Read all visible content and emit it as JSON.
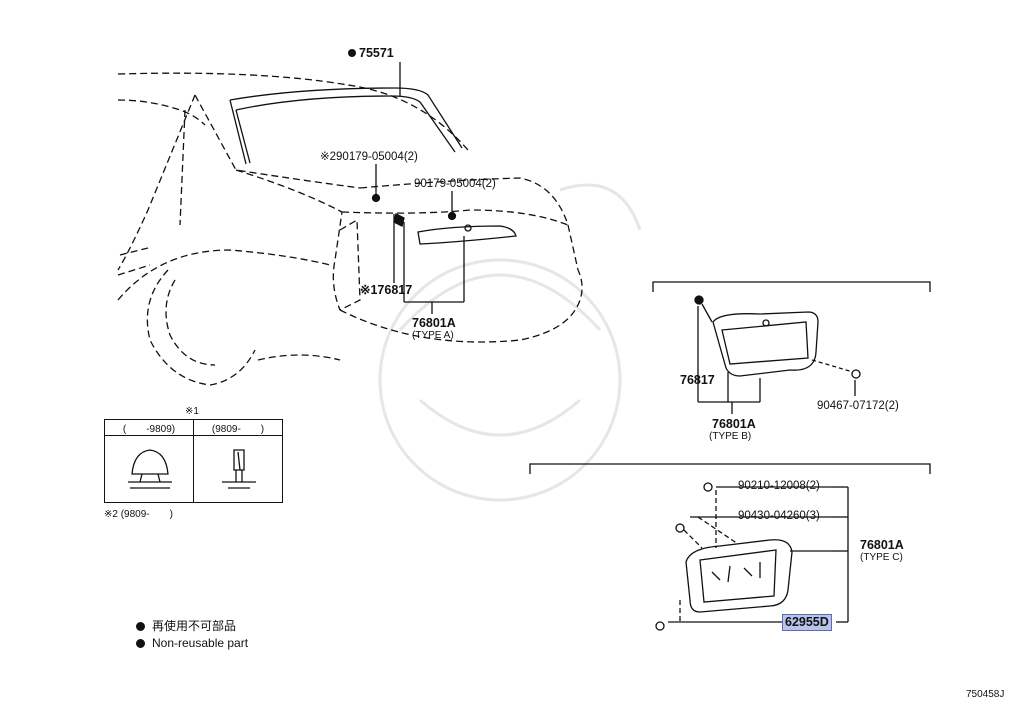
{
  "parts": {
    "glass_weatherstrip": "75571",
    "bolt_upper_a": "※290179-05004(2)",
    "bolt_upper_b": "90179-05004(2)",
    "retainer_a": "※176817",
    "garnish_a": "76801A",
    "garnish_a_type": "(TYPE A)",
    "retainer_b": "76817",
    "garnish_b": "76801A",
    "garnish_b_type": "(TYPE B)",
    "clip_b": "90467-07172(2)",
    "nut_c": "90210-12008(2)",
    "screw_c": "90430-04260(3)",
    "garnish_c": "76801A",
    "garnish_c_type": "(TYPE C)",
    "pad_c": "62955D"
  },
  "clip_table": {
    "title": "※1",
    "col1": "(　　-9809)",
    "col2": "(9809-　　)"
  },
  "note2": "※2 (9809-　　)",
  "legend": {
    "jp": "再使用不可部品",
    "en": "Non-reusable part"
  },
  "diagram_id": "750458J",
  "colors": {
    "highlight": "#b8c3ea",
    "line": "#111111",
    "watermark": "#e8e8e8"
  }
}
